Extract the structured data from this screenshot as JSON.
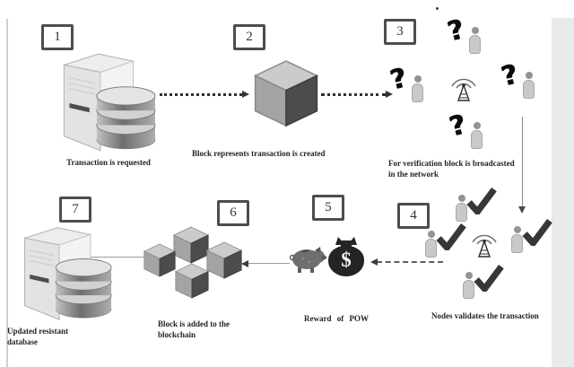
{
  "steps": [
    {
      "num": "1",
      "label": "Transaction is requested",
      "icon": "server-database"
    },
    {
      "num": "2",
      "label": "Block represents transaction is created",
      "icon": "block-cube"
    },
    {
      "num": "3",
      "label": "For verification block is broadcasted in the network",
      "icon": "broadcast-network-question-nodes"
    },
    {
      "num": "4",
      "label": "Nodes validates the transaction",
      "icon": "broadcast-network-check-nodes"
    },
    {
      "num": "5",
      "label": "Reward of POW",
      "icon": "piggy-bank-money-bag"
    },
    {
      "num": "6",
      "label": "Block is added to the blockchain",
      "icon": "blockchain-cube-cluster"
    },
    {
      "num": "7",
      "label": "Updated resistant database",
      "icon": "server-database"
    }
  ],
  "glyphs": {
    "question": "?",
    "dollar": "$"
  },
  "colors": {
    "background": "#ffffff",
    "side_band": "#e9ebeb",
    "text": "#232323",
    "cube_top": "#cbcbcb",
    "cube_left": "#a4a4a4",
    "cube_right": "#4c4c4c",
    "money_bag": "#242424"
  }
}
